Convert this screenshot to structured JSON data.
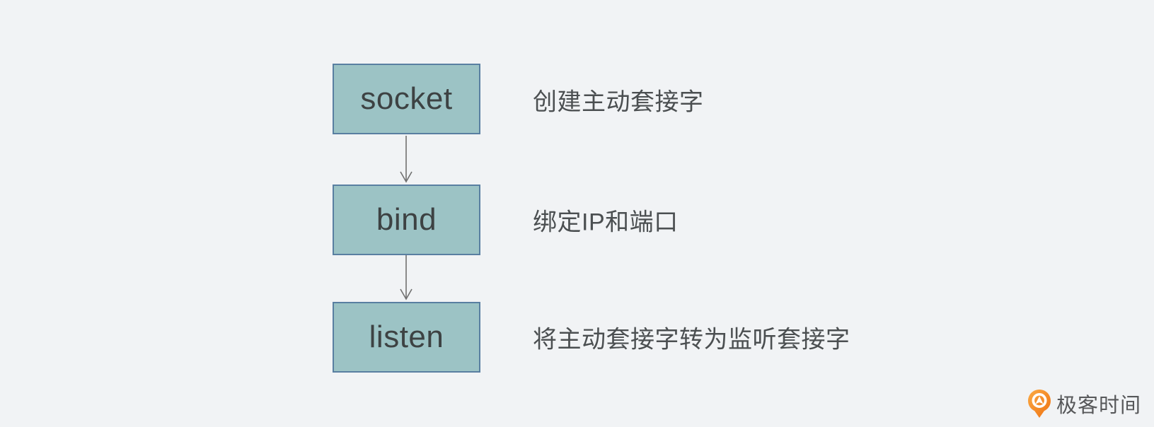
{
  "page": {
    "background_color": "#f1f3f5"
  },
  "flow": {
    "steps": [
      {
        "id": "socket",
        "label": "socket",
        "description": "创建主动套接字"
      },
      {
        "id": "bind",
        "label": "bind",
        "description": "绑定IP和端口"
      },
      {
        "id": "listen",
        "label": "listen",
        "description": "将主动套接字转为监听套接字"
      }
    ],
    "style": {
      "node_fill": "#9cc3c5",
      "node_border": "#597fa1",
      "arrow_color": "#707070"
    }
  },
  "branding": {
    "logo_text": "极客时间",
    "logo_icon": "geektime-pin-icon",
    "logo_orange_dark": "#ee7211",
    "logo_orange_light": "#fbaa45"
  }
}
